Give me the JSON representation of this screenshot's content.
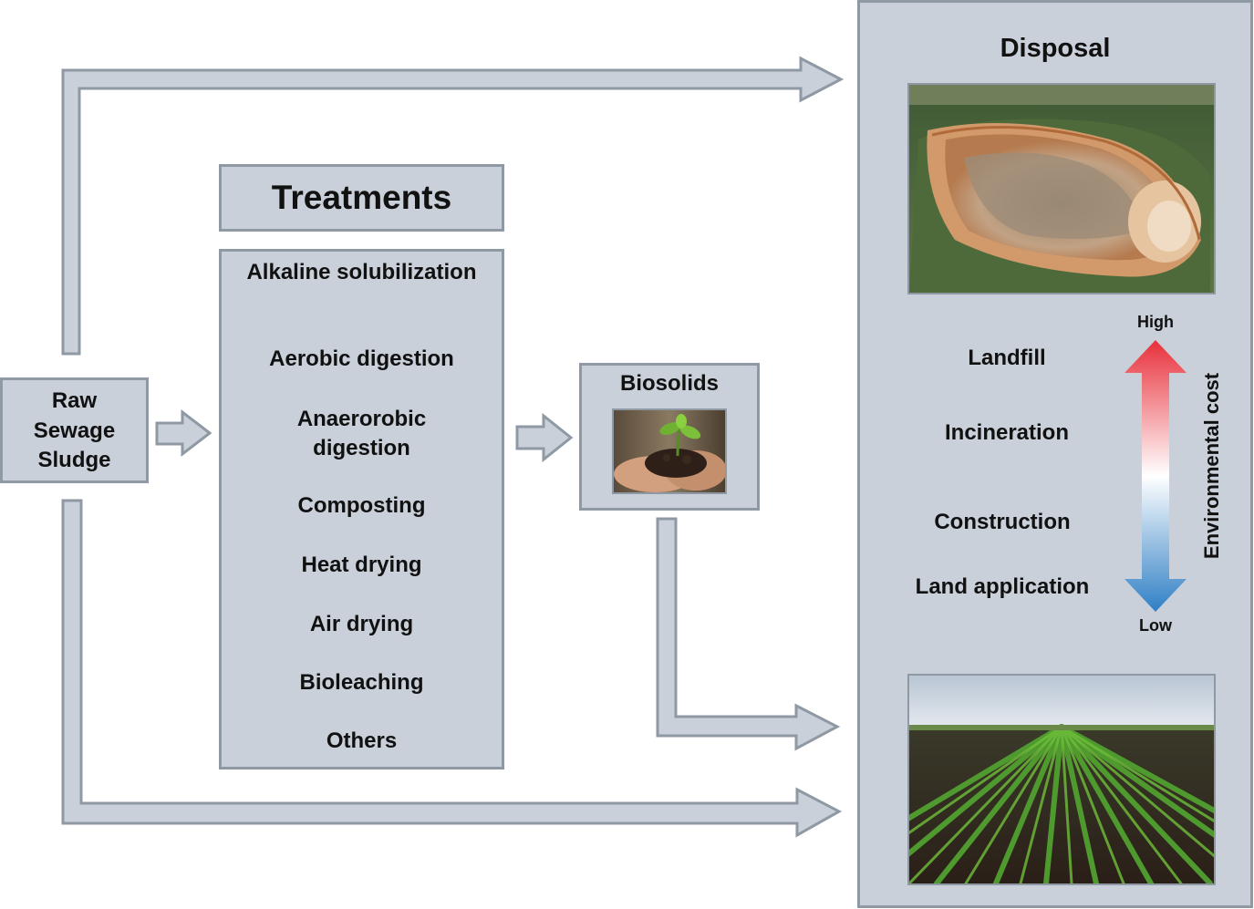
{
  "raw": {
    "line1": "Raw",
    "line2": "Sewage",
    "line3": "Sludge"
  },
  "treatments": {
    "title": "Treatments",
    "items": [
      "Alkaline solubilization",
      "Aerobic digestion",
      "Anaerorobic digestion",
      "Composting",
      "Heat drying",
      "Air drying",
      "Bioleaching",
      "Others"
    ]
  },
  "biosolids": {
    "title": "Biosolids"
  },
  "disposal": {
    "title": "Disposal",
    "options": [
      "Landfill",
      "Incineration",
      "Construction",
      "Land application"
    ],
    "scale": {
      "high": "High",
      "low": "Low",
      "axis_label": "Environmental cost"
    }
  },
  "colors": {
    "box_fill": "#c9d0d9",
    "box_border": "#8f99a4",
    "high": "#e8303a",
    "low": "#2f7fc5"
  }
}
